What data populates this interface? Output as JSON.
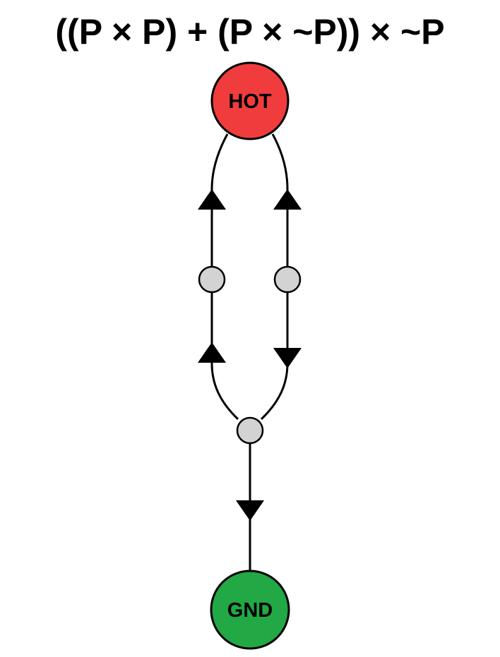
{
  "title": "((P × P) + (P × ~P)) × ~P",
  "terminals": {
    "hot": {
      "label": "HOT",
      "color": "#f03c3c"
    },
    "gnd": {
      "label": "GND",
      "color": "#22a844"
    }
  },
  "junction_color": "#d3d3d3",
  "wire_color": "#000000"
}
